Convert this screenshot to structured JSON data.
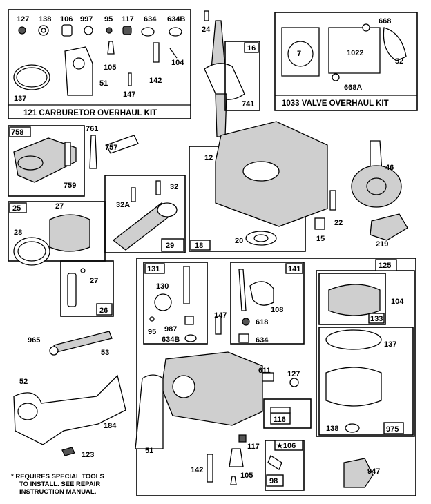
{
  "kits": {
    "carburetor_overhaul": "121 CARBURETOR OVERHAUL KIT",
    "valve_overhaul": "1033 VALVE OVERHAUL KIT"
  },
  "note": {
    "line1": "* REQUIRES SPECIAL TOOLS",
    "line2": "TO INSTALL. SEE REPAIR",
    "line3": "INSTRUCTION MANUAL."
  },
  "labels": {
    "p127a": "127",
    "p138a": "138",
    "p106": "106",
    "p997": "997",
    "p95a": "95",
    "p117a": "117",
    "p634a": "634",
    "p634b_top": "634B",
    "p105a": "105",
    "p104a": "104",
    "p142a": "142",
    "p137a": "137",
    "p51a": "51",
    "p147a": "147",
    "p24": "24",
    "p16": "16",
    "p741": "741",
    "p668": "668",
    "p7": "7",
    "p1022": "1022",
    "p52a": "52",
    "p668a": "668A",
    "p758": "758",
    "p761": "761",
    "p757": "757",
    "p759": "759",
    "p12": "12",
    "p46": "46",
    "p22": "22",
    "p15": "15",
    "p20": "20",
    "p18": "18",
    "p219": "219",
    "p25": "25",
    "p27a": "27",
    "p28": "28",
    "p32": "32",
    "p32a": "32A",
    "p29": "29",
    "p27b": "27",
    "p26": "26",
    "p131": "131",
    "p130": "130",
    "p95b": "95",
    "p987": "987",
    "p634b": "634B",
    "p141": "141",
    "p108": "108",
    "p618": "618",
    "p634c": "634",
    "p147b": "147",
    "p125": "125",
    "p104b": "104",
    "p133": "133",
    "p965": "965",
    "p53": "53",
    "p611": "611",
    "p127b": "127",
    "p137b": "137",
    "p52b": "52",
    "p184": "184",
    "p123": "123",
    "p51b": "51",
    "p116": "116",
    "p117b": "117",
    "p106b": "★106",
    "p142b": "142",
    "p105b": "105",
    "p98": "98",
    "p138b": "138",
    "p975": "975",
    "p947": "947"
  }
}
